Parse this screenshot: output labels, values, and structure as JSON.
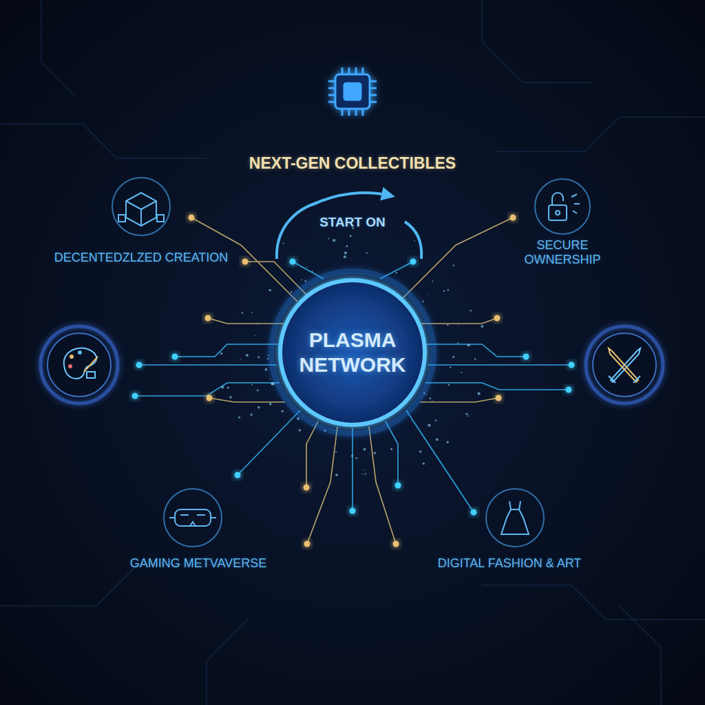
{
  "diagram": {
    "title": "NEXT-GEN COLLECTIBLES",
    "nodes": [
      {
        "text": [
          "PLASMA NETWORK"
        ]
      }
    ],
    "labels": [
      "START ON",
      "DECENTEDZLZED CREATION",
      "SECURE OWNERSHIP",
      "GAMING METVAVERSE",
      "DIGITAL FASHION & ART"
    ]
  }
}
